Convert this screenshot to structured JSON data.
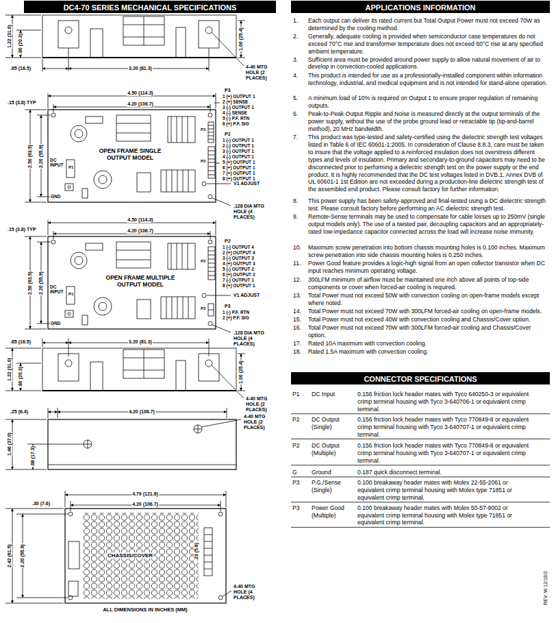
{
  "diagram": {
    "nodes": [
      {
        "text": [
          "DC4-70 SERIES MECHANICAL SPECIFICATIONS"
        ]
      },
      {
        "text": [
          "APPLICATIONS INFORMATION"
        ]
      },
      {
        "text": [
          "CONNECTOR SPECIFICATIONS"
        ]
      }
    ],
    "labels": [
      "1.22 (31.0)",
      ".80 (20.3)",
      "1.00 (25.4)",
      ".65 (16.5)",
      "3.20 (81.3)",
      "4-40 MTG HOLE (2 PLACES)",
      "4.50 (114.3)",
      "4.20 (106.7)",
      ".15 (3.8) TYP",
      "2.50 (63.5)",
      "2.20 (55.9)",
      "DC INPUT",
      "P1",
      "GND",
      "OPEN FRAME SINGLE OUTPUT MODEL",
      "P3",
      "1 (+) OUTPUT 1",
      "2 (+) SENSE",
      "3 (-) OUTPUT 1",
      "4 (-) SENSE",
      "5 (-) P.F. RTN",
      "6 (+) P.F. SIG",
      "P3",
      "P2",
      "1 (-) OUTPUT 1",
      "2 (-) OUTPUT 1",
      "3 (-) OUTPUT 1",
      "4 (-) OUTPUT 1",
      "5 (+) OUTPUT 1",
      "6 (+) OUTPUT 1",
      "7 (+) OUTPUT 1",
      "8 (+) OUTPUT 1",
      "P2",
      "V1 ADJUST",
      ".128 DIA MTG HOLE (4 PLACES)",
      "4.50 (114.3)",
      "4.20 (106.7)",
      ".15 (3.8) TYP",
      "2.50 (63.5)",
      "2.20 (55.9)",
      "DC INPUT",
      "P1",
      "GND",
      "OPEN FRAME MULTIPLE OUTPUT MODEL",
      "P2",
      "1 (-) OUTPUT 4",
      "2 (+) OUTPUT 4",
      "3 (-) OUTPUT 3",
      "4 (+) OUTPUT 3",
      "5 (-) OUTPUT 2",
      "6 (+) OUTPUT 2",
      "7 (-) OUTPUT 1",
      "8 (+) OUTPUT 1",
      "P2",
      "V1 ADJUST",
      "P3",
      "1 (-) P.F. RTN",
      "2 (+) P.F. SIG",
      "P3",
      ".128 DIA MTG HOLE (4 PLACES)",
      ".65 (16.5)",
      "3.20 (81.3)",
      "1.22 (31.0)",
      ".80 (20.3)",
      "1.00 (25.4)",
      "4-40 MTG HOLE (2 PLACES)",
      ".25 (6.4)",
      "4.20 (106.7)",
      "1.46 (37.0)",
      ".68 (17.3)",
      "4-40 MTG HOLE (2 PLACES)",
      "4.79 (121.6)",
      "4.20 (106.7)",
      ".30 (7.6)",
      "2.42 (61.5)",
      "2.20 (55.9)",
      "CHASSIS/COVER",
      ".23 (5.8)",
      "4-40 MTG HOLE (4 PLACES)",
      "ALL DIMENSIONS IN INCHES (MM)",
      "REV. W 12/18/2",
      "1.",
      "2.",
      "3.",
      "4.",
      "5.",
      "6.",
      "7.",
      "8.",
      "9.",
      "10.",
      "11.",
      "12.",
      "13.",
      "14.",
      "15.",
      "16.",
      "17.",
      "18.",
      "Each output can deliver its rated current but Total Output Power must not exceed 70W as determined by the cooling method.",
      "Generally, adequate cooling is provided when semiconductor case temperatures do not exceed 70°C rise and transformer temperature does not exceed 60°C rise at any specified ambient temperature.",
      "Sufficient area must be provided around power supply to allow natural movement of air to develop in convection-cooled applications.",
      "This product is intended for use as a professionally-installed component within information technology, industrial, and medical equipment and is not intended for stand-alone operation.",
      "A minimum load of 10% is required on Output 1 to ensure proper regulation of remaining outputs.",
      "Peak-to-Peak Output Ripple and Noise is measured directly at the output terminals of the power supply, without the use of the probe ground lead or retractable tip (tip-and-barrel method), 20 MHz bandwidth.",
      "This product was type-tested and safety-certified using the dielectric strength test voltages listed in Table 6 of IEC 60601-1:2005. In consideration of Clause 8.8.3, care must be taken to insure that the voltage applied to a reinforced insulation does not overstress different types and levels of insulation. Primary and secondary-to-ground capacitors may need to be disconnected prior to performing a dielectric strength test on the power supply or the end product. It is highly recommended that the DC test voltages listed in DVB.1, Annex DVB of UL 60601-1 1st Edition are not exceeded during a production-line dielectric strength test of the assembled end product. Please consult factory for further information.",
      "This power supply has been safety-approved and final-tested using a DC dielectric strength test. Please consult factory before performing an AC dielectric strength test.",
      "Remote-Sense terminals may be used to compensate for cable losses up to 250mV (single output models only). The use of a twisted pair, decoupling capacitors and an appropriately-rated low-impedance capacitor connected across the load will increase noise immunity.",
      "Maximum screw penetration into bottom chassis mounting holes is 0.100 inches. Maximum screw penetration into side chassis mounting holes is 0.250 inches.",
      "Power Good feature provides a logic-high signal from an open collector transistor when DC input reaches minimum operating voltage.",
      "300LFM minimum of airflow must be maintained one inch above all points of top-side components or cover when forced-air cooling is required.",
      "Total Power must not exceed 50W with convection cooling on open-frame models except where noted.",
      "Total Power must not exceed 70W with 300LFM forced-air cooling on open-frame models.",
      "Total Power must not exceed 40W with convection cooling and Chassis/Cover option.",
      "Total Power must not exceed 70W with 300LFM forced-air cooling and Chassis/Cover option.",
      "Rated 10A maximum with convection cooling.",
      "Rated 1.5A maximum with convection cooling.",
      "P1",
      "DC Input",
      "0.156 friction lock header mates with Tyco 640250-3 or equivalent crimp terminal housing with Tyco 3-640706-1 or equivalent crimp terminal.",
      "P2",
      "DC Output (Single)",
      "0.156 friction lock header mates with Tyco 770849-8 or equivalent crimp terminal housing with Tyco 3-640707-1 or equivalent crimp terminal.",
      "P2",
      "DC Output (Multiple)",
      "0.156 friction lock header mates with Tyco 770849-8 or equivalent crimp terminal housing with Tyco 3-640707-1 or equivalent crimp terminal.",
      "G",
      "Ground",
      "0.187 quick disconnect terminal.",
      "P3",
      "P.G./Sense (Single)",
      "0.100 breakaway header mates with Molex 22-55-2061 or equivalent crimp terminal housing with Molex type 71851 or equivalent crimp terminal.",
      "P3",
      "Power Good (Multiple)",
      "0.100 breakaway header mates with Molex 50-57-9002 or equivalent crimp terminal housing with Molex type 71851 or equivalent crimp terminal."
    ]
  }
}
